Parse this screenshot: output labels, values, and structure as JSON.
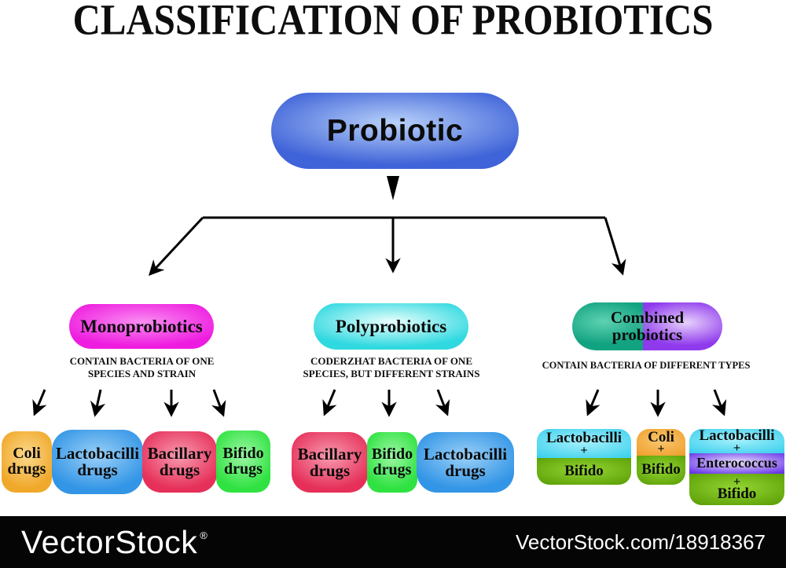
{
  "title": "CLASSIFICATION OF PROBIOTICS",
  "root": {
    "label": "Probiotic",
    "colors": {
      "center": "#b9d2fa",
      "edge": "#3f63d8"
    }
  },
  "categories": [
    {
      "label": "Monoprobiotics",
      "description": "CONTAIN BACTERIA OF ONE SPECIES AND STRAIN",
      "colors": {
        "center": "#fa8df2",
        "edge": "#ee1cdf"
      },
      "children": [
        {
          "label": "Coli drugs",
          "colors": {
            "center": "#fbd98d",
            "edge": "#f0a82a"
          }
        },
        {
          "label": "Lactobacilli drugs",
          "colors": {
            "center": "#9bd0f7",
            "edge": "#3295e6"
          }
        },
        {
          "label": "Bacillary drugs",
          "colors": {
            "center": "#f79bb0",
            "edge": "#e63059"
          }
        },
        {
          "label": "Bifido drugs",
          "colors": {
            "center": "#9df7a5",
            "edge": "#2fe241"
          }
        }
      ]
    },
    {
      "label": "Polyprobiotics",
      "description": "CODERZHAT BACTERIA OF ONE SPECIES, BUT DIFFERENT STRAINS",
      "colors": {
        "center": "#eafffd",
        "edge": "#30d9e0"
      },
      "children": [
        {
          "label": "Bacillary drugs",
          "colors": {
            "center": "#f79bb0",
            "edge": "#e63059"
          }
        },
        {
          "label": "Bifido drugs",
          "colors": {
            "center": "#9df7a5",
            "edge": "#2fe241"
          }
        },
        {
          "label": "Lactobacilli drugs",
          "colors": {
            "center": "#9bd0f7",
            "edge": "#3295e6"
          }
        }
      ]
    },
    {
      "label": "Combined probiotics",
      "description": "CONTAIN BACTERIA OF DIFFERENT TYPES",
      "colors": {
        "left_center": "#5ed2b2",
        "left_edge": "#12a381",
        "right_center": "#e7d2fb",
        "right_edge": "#8f3aed"
      },
      "children": [
        {
          "plus": "+",
          "sections": [
            {
              "label": "Lactobacilli",
              "colors": {
                "center": "#a5f1fb",
                "edge": "#3ed0ee"
              }
            },
            {
              "label": "Bifido",
              "colors": {
                "center": "#93d532",
                "edge": "#5c9f06"
              }
            }
          ]
        },
        {
          "plus": "+",
          "sections": [
            {
              "label": "Coli",
              "colors": {
                "center": "#f9c66e",
                "edge": "#f0a02e"
              }
            },
            {
              "label": "Bifido",
              "colors": {
                "center": "#93d532",
                "edge": "#5c9f06"
              }
            }
          ]
        },
        {
          "plus": "+",
          "sections": [
            {
              "label": "Lactobacilli",
              "colors": {
                "center": "#a5f1fb",
                "edge": "#3ed0ee"
              }
            },
            {
              "label": "Enterococcus",
              "colors": {
                "center": "#e9e3fd",
                "edge": "#6733e8"
              }
            },
            {
              "label": "Bifido",
              "colors": {
                "center": "#93d532",
                "edge": "#5c9f06"
              }
            }
          ]
        }
      ]
    }
  ],
  "footer": {
    "brand": "VectorStock",
    "registered": "®",
    "site": "VectorStock.com/18918367"
  }
}
